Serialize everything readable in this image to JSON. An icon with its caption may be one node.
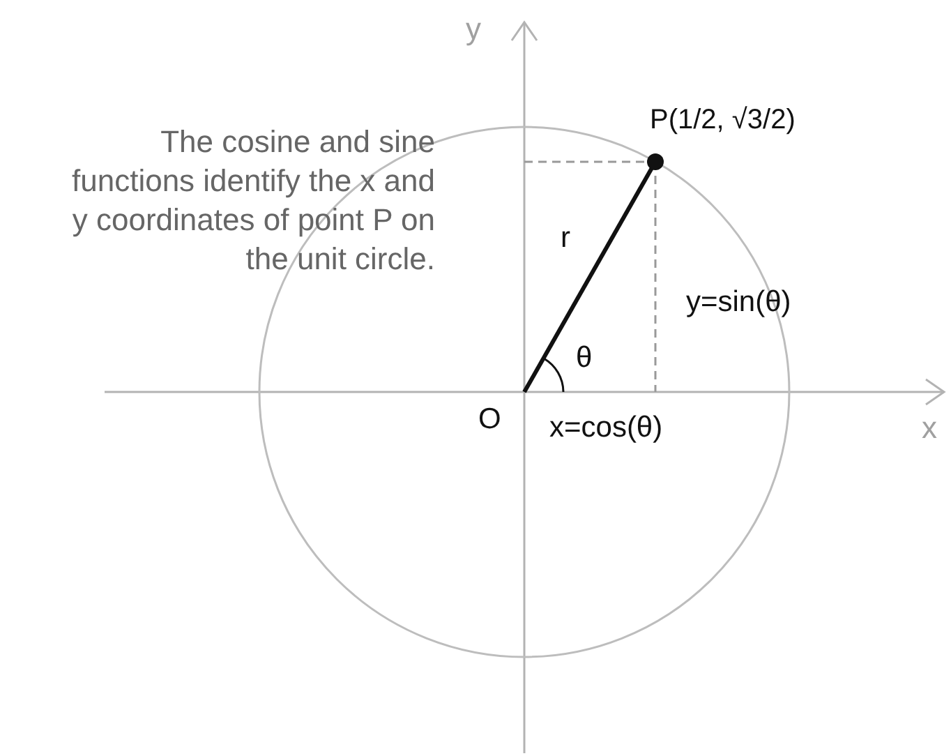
{
  "diagram": {
    "labels": [
      "y",
      "x",
      "The cosine and sine functions identify the x and y coordinates of point P on the unit circle.",
      "P(1/2, √3/2)",
      "r",
      "θ",
      "y=sin(θ)",
      "O",
      "x=cos(θ)"
    ]
  }
}
